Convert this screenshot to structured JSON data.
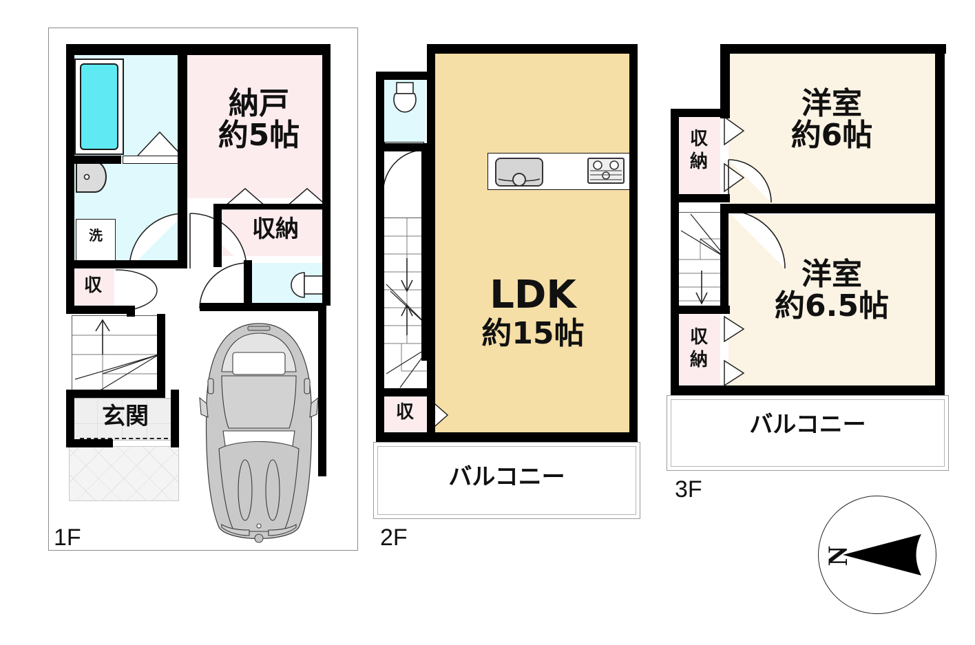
{
  "plan": {
    "title": "3-story house floor plan",
    "floors": [
      {
        "id": "1F",
        "label": "1F",
        "rooms": [
          {
            "name": "nando",
            "label_main": "納戸",
            "label_sub": "約5帖"
          },
          {
            "name": "closet-upper",
            "label_main": "収納",
            "label_sub": ""
          },
          {
            "name": "closet-small",
            "label_main": "収",
            "label_sub": ""
          },
          {
            "name": "entrance",
            "label_main": "玄関",
            "label_sub": ""
          },
          {
            "name": "washroom-washer",
            "label_main": "洗",
            "label_sub": ""
          }
        ],
        "fixtures": [
          "bathtub",
          "sink",
          "washing-machine",
          "toilet",
          "stairs-up",
          "car",
          "porch-tile"
        ]
      },
      {
        "id": "2F",
        "label": "2F",
        "rooms": [
          {
            "name": "ldk",
            "label_main": "LDK",
            "label_sub": "約15帖"
          },
          {
            "name": "closet-small",
            "label_main": "収",
            "label_sub": ""
          },
          {
            "name": "balcony",
            "label_main": "バルコニー",
            "label_sub": ""
          }
        ],
        "fixtures": [
          "toilet",
          "kitchen-sink",
          "gas-stove",
          "stairs-up",
          "stairs-down"
        ]
      },
      {
        "id": "3F",
        "label": "3F",
        "rooms": [
          {
            "name": "bedroom-upper",
            "label_main": "洋室",
            "label_sub": "約6帖"
          },
          {
            "name": "bedroom-lower",
            "label_main": "洋室",
            "label_sub": "約6.5帖"
          },
          {
            "name": "closet-upper",
            "label_main": "収納",
            "label_sub": ""
          },
          {
            "name": "closet-lower",
            "label_main": "収納",
            "label_sub": ""
          },
          {
            "name": "balcony",
            "label_main": "バルコニー",
            "label_sub": ""
          }
        ],
        "fixtures": [
          "stairs-down"
        ]
      }
    ],
    "compass": {
      "north_label": "N",
      "arrow_direction": "east"
    },
    "colors": {
      "wall": "#000000",
      "room_pink": "#FDECEE",
      "room_cyan": "#D9FAFB",
      "room_yellow": "#F5DFA6",
      "room_cream": "#FBF3E3",
      "bathtub": "#5EE9F3",
      "lot_line": "#8A8A8A"
    }
  }
}
